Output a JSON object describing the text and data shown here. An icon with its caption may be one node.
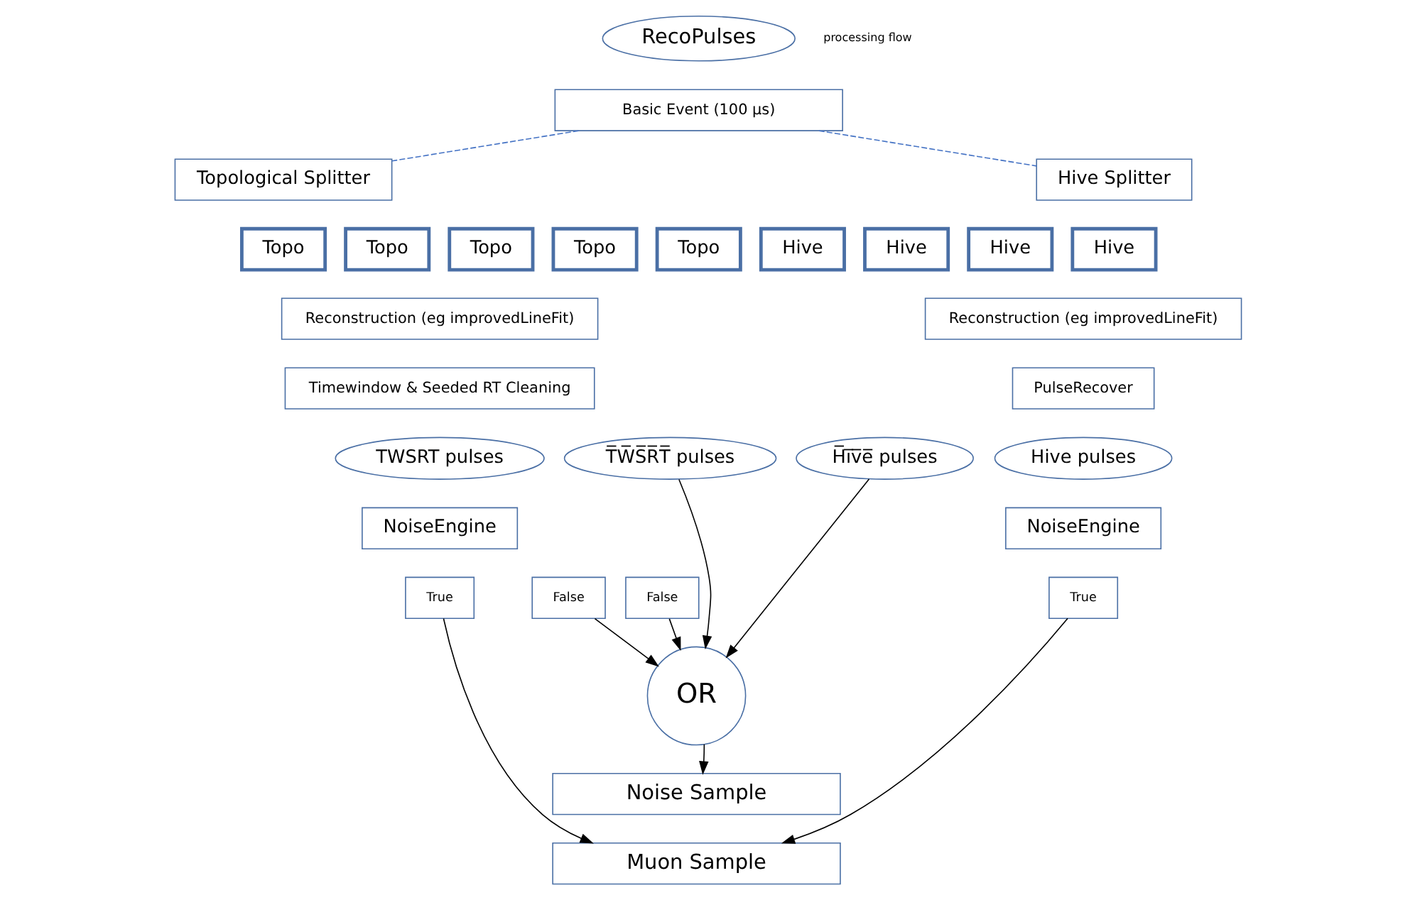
{
  "diagram": {
    "nodes": [
      {
        "text": [
          "RecoPulses"
        ]
      },
      {
        "text": [
          "Basic Event (100 µs)"
        ]
      },
      {
        "text": [
          "Topological Splitter"
        ]
      },
      {
        "text": [
          "Hive Splitter"
        ]
      },
      {
        "text": [
          "Topo"
        ]
      },
      {
        "text": [
          "Topo"
        ]
      },
      {
        "text": [
          "Topo"
        ]
      },
      {
        "text": [
          "Topo"
        ]
      },
      {
        "text": [
          "Topo"
        ]
      },
      {
        "text": [
          "Hive"
        ]
      },
      {
        "text": [
          "Hive"
        ]
      },
      {
        "text": [
          "Hive"
        ]
      },
      {
        "text": [
          "Hive"
        ]
      },
      {
        "text": [
          "Reconstruction (eg improvedLineFit)"
        ]
      },
      {
        "text": [
          "Timewindow & Seeded RT Cleaning"
        ]
      },
      {
        "text": [
          "TWSRT pulses"
        ]
      },
      {
        "text": [
          "T̅W̅S̅R̅T̅ pulses"
        ]
      },
      {
        "text": [
          "NoiseEngine"
        ]
      },
      {
        "text": [
          "True"
        ]
      },
      {
        "text": [
          "False"
        ]
      },
      {
        "text": [
          "Reconstruction (eg improvedLineFit)"
        ]
      },
      {
        "text": [
          "PulseRecover"
        ]
      },
      {
        "text": [
          "H̅i̅v̅e̅ pulses"
        ]
      },
      {
        "text": [
          "Hive pulses"
        ]
      },
      {
        "text": [
          "NoiseEngine"
        ]
      },
      {
        "text": [
          "False"
        ]
      },
      {
        "text": [
          "True"
        ]
      },
      {
        "text": [
          "OR"
        ]
      },
      {
        "text": [
          "Noise Sample"
        ]
      },
      {
        "text": [
          "Muon Sample"
        ]
      }
    ],
    "edges": [
      {
        "from": 1,
        "to": 2,
        "arrow": "none",
        "style": "dashed",
        "color": "#4472c4"
      },
      {
        "from": 1,
        "to": 3,
        "arrow": "none",
        "style": "dashed",
        "color": "#4472c4"
      },
      {
        "from": 16,
        "to": 27,
        "arrow": "to"
      },
      {
        "from": 22,
        "to": 27,
        "arrow": "to"
      },
      {
        "from": 19,
        "to": 27,
        "arrow": "to"
      },
      {
        "from": 25,
        "to": 27,
        "arrow": "to"
      },
      {
        "from": 27,
        "to": 28,
        "arrow": "to"
      },
      {
        "from": 18,
        "to": 29,
        "arrow": "to"
      },
      {
        "from": 26,
        "to": 29,
        "arrow": "to"
      }
    ],
    "labels": [
      "processing flow"
    ]
  }
}
